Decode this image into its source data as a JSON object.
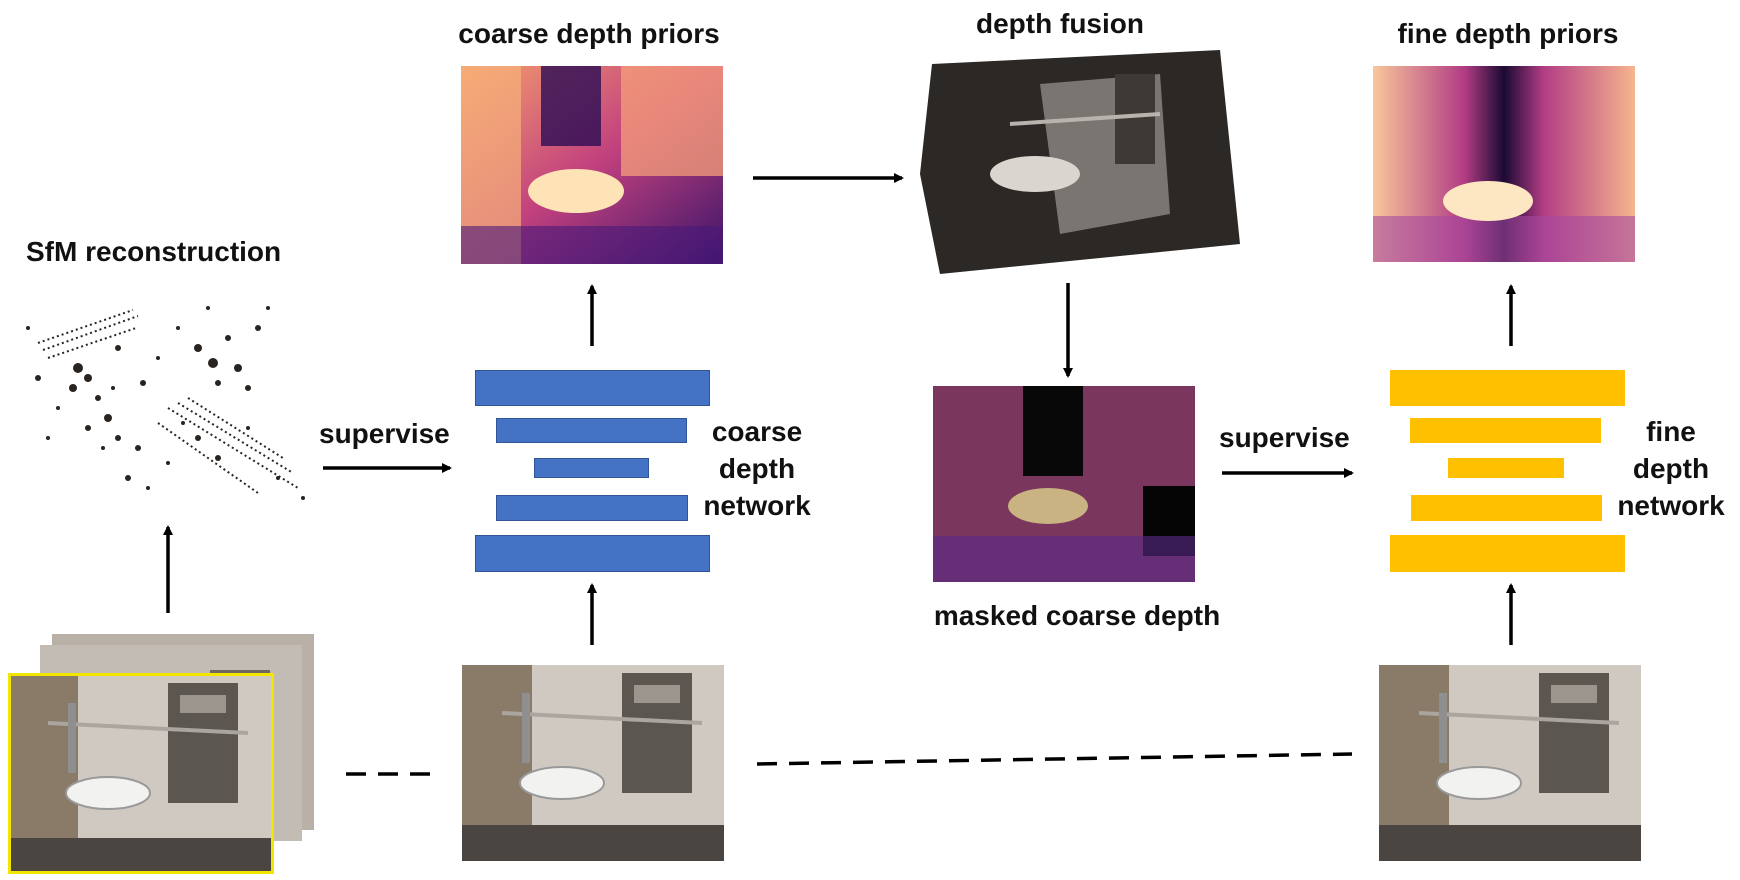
{
  "labels": {
    "sfm": "SfM reconstruction",
    "coarse_priors": "coarse depth priors",
    "depth_fusion": "depth fusion",
    "fine_priors": "fine depth priors",
    "masked_coarse": "masked coarse depth",
    "supervise_left": "supervise",
    "supervise_right": "supervise",
    "coarse_net": [
      "coarse",
      "depth",
      "network"
    ],
    "fine_net": [
      "fine",
      "depth",
      "network"
    ]
  },
  "colors": {
    "coarse_network": "#4472c4",
    "fine_network": "#ffc000",
    "selected_frame_border": "#f2e600",
    "arrow": "#000000"
  }
}
